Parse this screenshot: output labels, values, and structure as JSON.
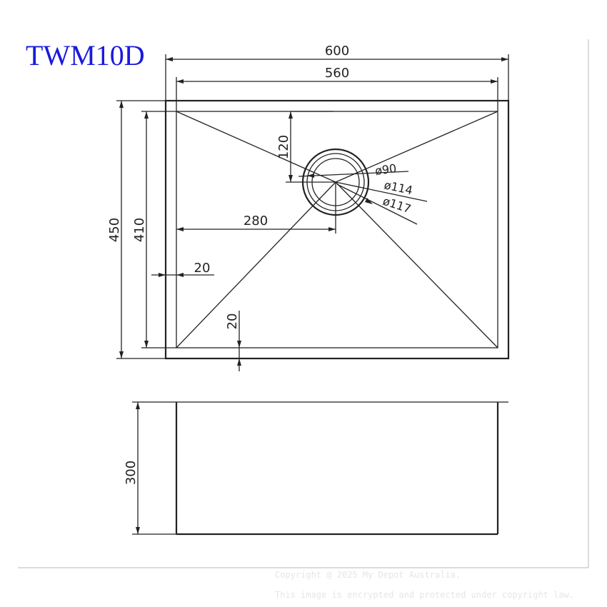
{
  "title": "TWM10D",
  "dimensions": {
    "overall_width": "600",
    "inner_width": "560",
    "overall_depth": "450",
    "inner_depth": "410",
    "waste_offset": "120",
    "waste_center_x": "280",
    "rim_side": "20",
    "rim_front": "20",
    "bowl_height": "300",
    "dia_90": "ø90",
    "dia_114": "ø114",
    "dia_117": "ø117"
  },
  "footer": {
    "copyright": "Copyright @ 2025 My Depot Australia.",
    "notice": "This image is encrypted and protected under copyright law."
  }
}
